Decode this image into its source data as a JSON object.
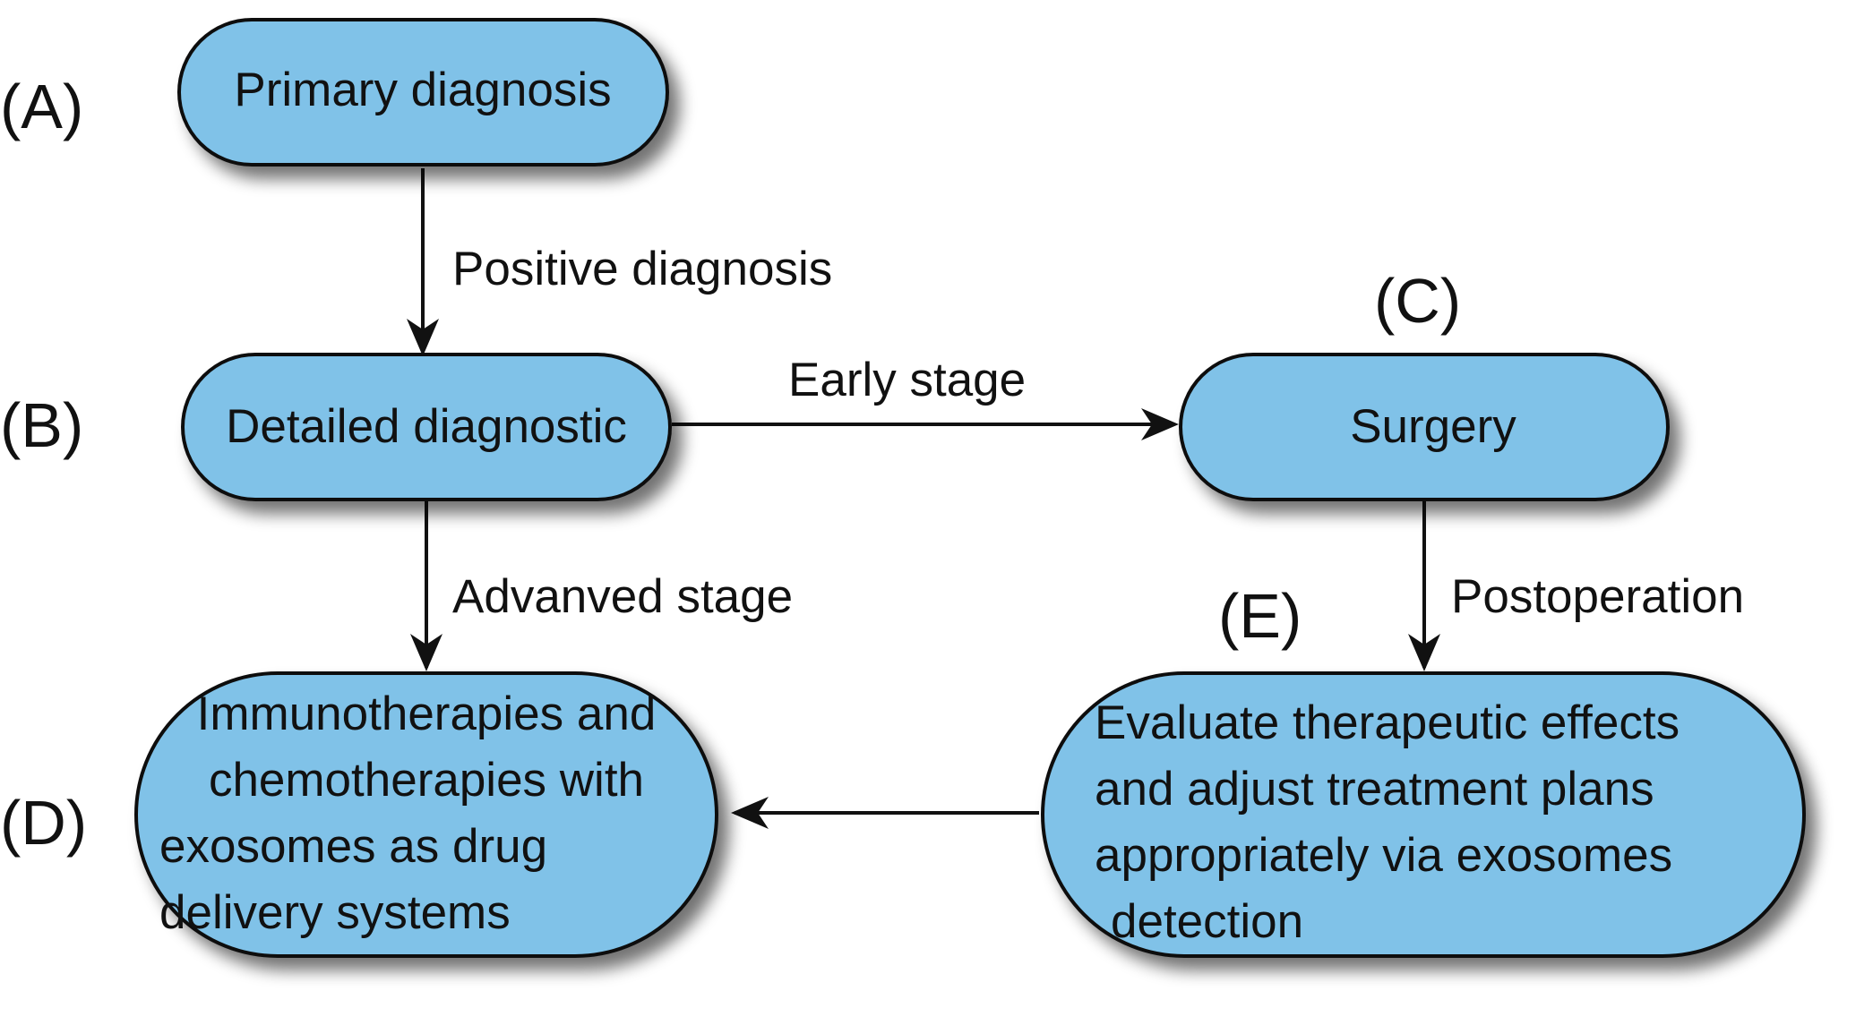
{
  "labels": {
    "a": "(A)",
    "b": "(B)",
    "c": "(C)",
    "d": "(D)",
    "e": "(E)"
  },
  "nodes": {
    "primary": "Primary diagnosis",
    "detailed": "Detailed diagnostic",
    "surgery": "Surgery",
    "therapy": [
      "Immunotherapies and",
      "chemotherapies with",
      "exosomes as drug",
      "delivery systems"
    ],
    "evaluate": [
      "Evaluate therapeutic effects",
      "and adjust treatment plans",
      "appropriately via exosomes",
      "detection"
    ]
  },
  "edges": {
    "positive": "Positive diagnosis",
    "early": "Early stage",
    "advanced": "Advanved stage",
    "postop": "Postoperation"
  },
  "colors": {
    "node_fill": "#80c2e8",
    "stroke": "#111111"
  }
}
